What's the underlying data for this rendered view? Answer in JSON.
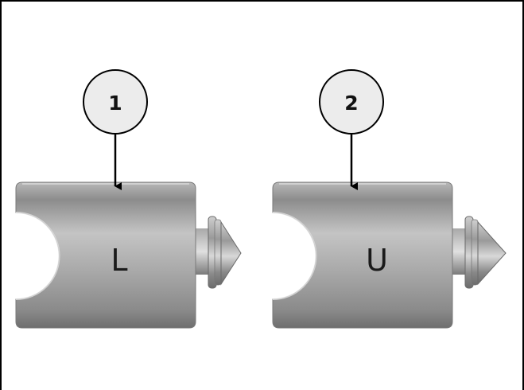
{
  "callouts": [
    {
      "number": "1",
      "part_letter": "L"
    },
    {
      "number": "2",
      "part_letter": "U"
    }
  ],
  "colors": {
    "border": "#000000",
    "callout_fill": "#ececec",
    "part_light": "#c9c9c9",
    "part_mid": "#9e9e9e",
    "part_dark": "#6b6b6b"
  }
}
